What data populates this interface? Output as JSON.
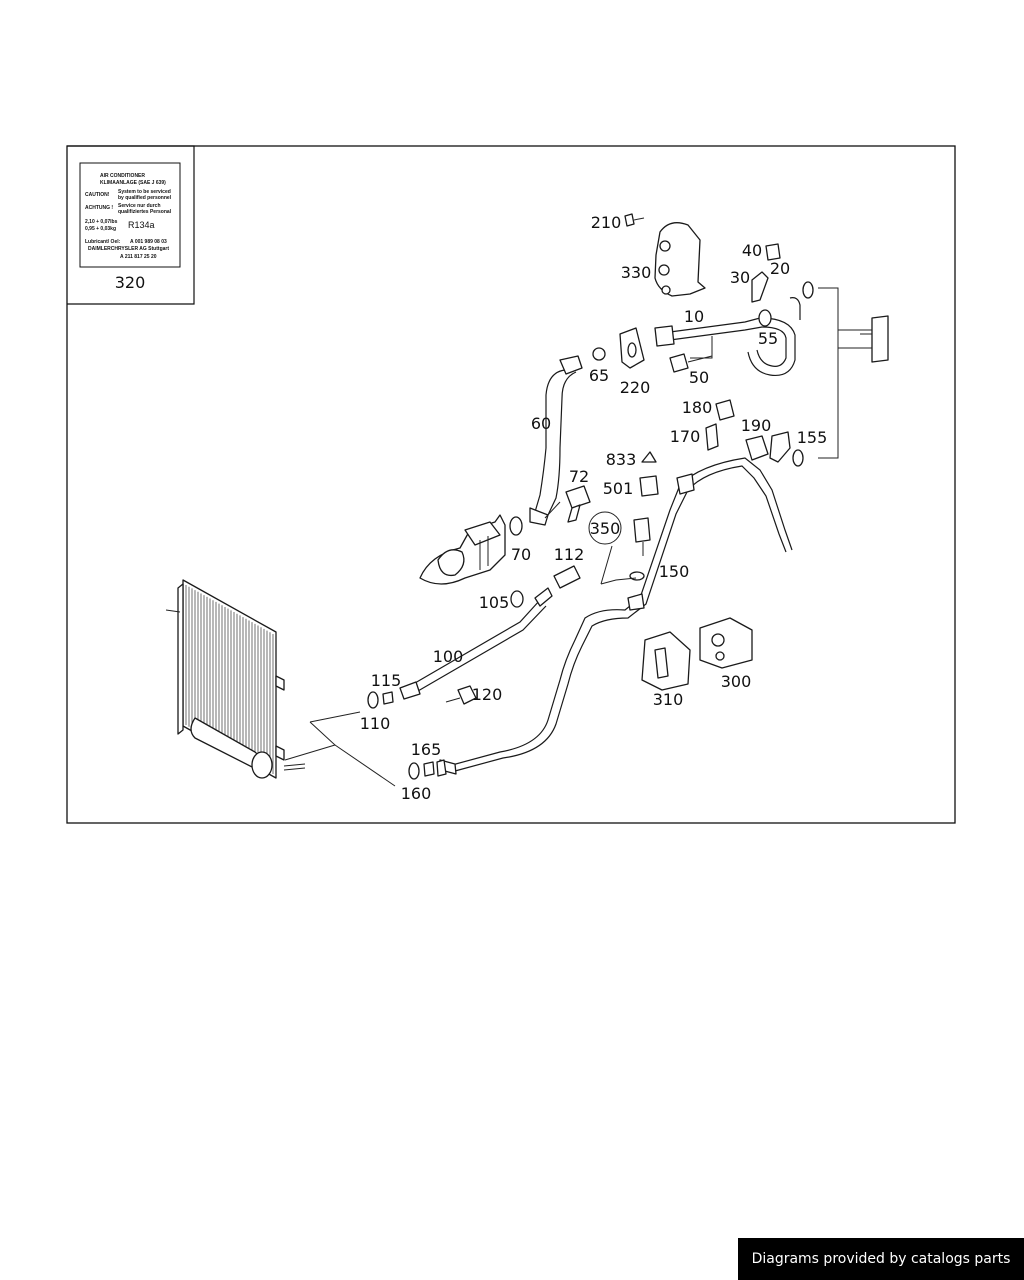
{
  "label_320": {
    "line1": "AIR CONDITIONER",
    "line2": "KLIMAANLAGE (SAE J 639)",
    "caution": "CAUTION!",
    "caution_text1": "System to be serviced",
    "caution_text2": "by qualified personnel",
    "achtung": "ACHTUNG !",
    "achtung_text1": "Service nur durch",
    "achtung_text2": "qualifiziertes Personal",
    "fill1": "2,10 + 0,07lbs",
    "fill2": "0,95 + 0,03kg",
    "refrigerant": "R134a",
    "lubricant_label": "Lubricant/ Oel:",
    "lubricant_value": "A 001 989 08 03",
    "maker": "DAIMLERCHRYSLER AG Stuttgart",
    "partno": "A 211 817 25 20"
  },
  "callouts": {
    "c10": "10",
    "c20": "20",
    "c30": "30",
    "c40": "40",
    "c50": "50",
    "c55": "55",
    "c60": "60",
    "c65": "65",
    "c70": "70",
    "c72": "72",
    "c100": "100",
    "c105": "105",
    "c110": "110",
    "c112": "112",
    "c115": "115",
    "c120": "120",
    "c150": "150",
    "c155": "155",
    "c160": "160",
    "c165": "165",
    "c170": "170",
    "c180": "180",
    "c190": "190",
    "c210": "210",
    "c220": "220",
    "c300": "300",
    "c310": "310",
    "c320": "320",
    "c330": "330",
    "c350": "350",
    "c501": "501",
    "c833": "833"
  },
  "footer": {
    "text": "Diagrams provided by catalogs parts"
  }
}
